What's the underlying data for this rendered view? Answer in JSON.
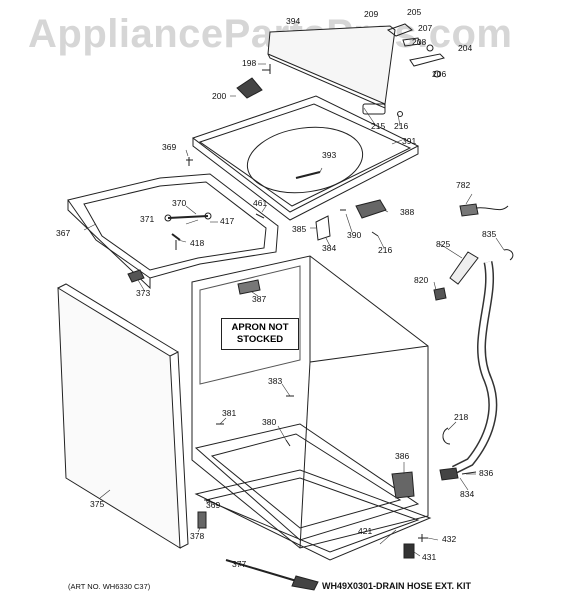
{
  "watermark": "AppliancePartsPros.com",
  "apron_note": {
    "line1": "APRON NOT",
    "line2": "STOCKED"
  },
  "footer": {
    "art_no": "(ART NO. WH6330 C37)",
    "kit_note": "WH49X0301-DRAIN HOSE EXT. KIT"
  },
  "parts": {
    "p394": "394",
    "p209": "209",
    "p205": "205",
    "p207": "207",
    "p208": "208",
    "p204": "204",
    "p206": "206",
    "p198": "198",
    "p200": "200",
    "p215": "215",
    "p216a": "216",
    "p391": "391",
    "p369a": "369",
    "p393": "393",
    "p782": "782",
    "p367": "367",
    "p370": "370",
    "p371": "371",
    "p417": "417",
    "p418": "418",
    "p461": "461",
    "p385": "385",
    "p384": "384",
    "p390": "390",
    "p388": "388",
    "p216b": "216",
    "p825": "825",
    "p835": "835",
    "p373": "373",
    "p387": "387",
    "p820": "820",
    "p383": "383",
    "p381": "381",
    "p380": "380",
    "p218": "218",
    "p386": "386",
    "p836": "836",
    "p834": "834",
    "p375": "375",
    "p369b": "369",
    "p378": "378",
    "p432": "432",
    "p421": "421",
    "p431": "431",
    "p377": "377"
  }
}
